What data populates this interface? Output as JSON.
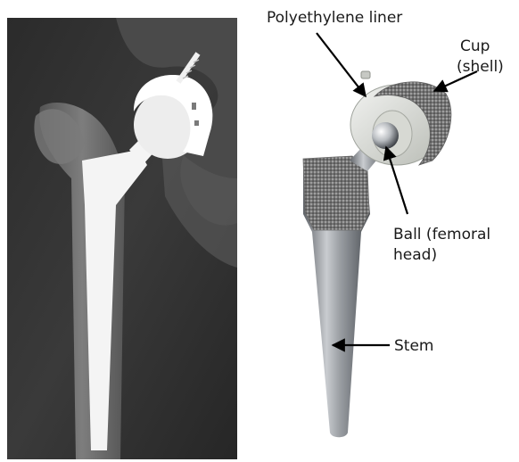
{
  "labels": {
    "liner": "Polyethylene liner",
    "cup_line1": "Cup",
    "cup_line2": "(shell)",
    "ball_line1": "Ball (femoral",
    "ball_line2": "head)",
    "stem": "Stem"
  },
  "panels": {
    "left": "radiograph-of-hip-replacement",
    "right": "hip-implant-components"
  }
}
